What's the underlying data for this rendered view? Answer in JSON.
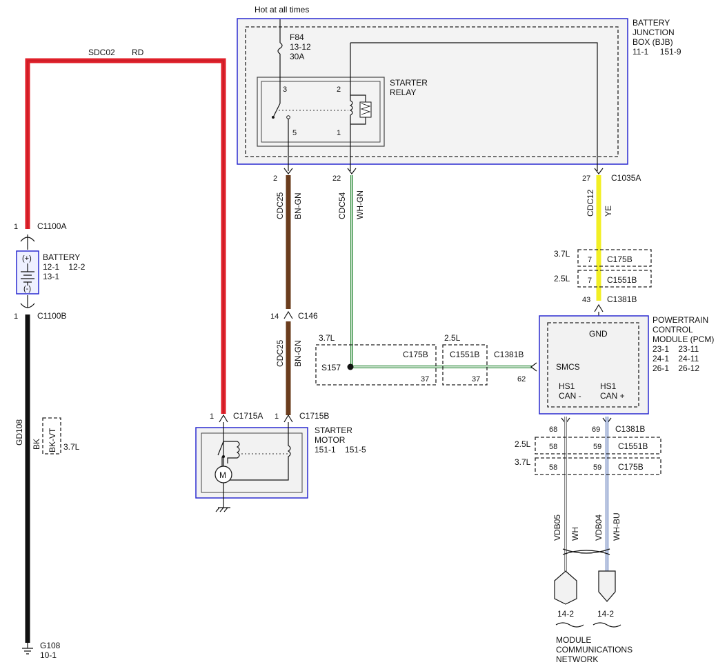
{
  "colors": {
    "red": "#e0202a",
    "black": "#111111",
    "brown": "#6b3d1e",
    "yellow": "#f2ef24",
    "white_green": "#2e8b3a",
    "white_blue": "#3b5ca8",
    "module_border": "#2a2ad0",
    "module_fill": "#f2f2f2"
  },
  "top": {
    "hot_label": "Hot at all times"
  },
  "bjb": {
    "name_lines": [
      "BATTERY",
      "JUNCTION",
      "BOX (BJB)"
    ],
    "refs": "11-1     151-9",
    "fuse": [
      "F84",
      "13-12",
      "30A"
    ],
    "relay_name": [
      "STARTER",
      "RELAY"
    ],
    "relay_pins": [
      "3",
      "2",
      "5",
      "1"
    ]
  },
  "battery": {
    "name": "BATTERY",
    "refs": [
      "12-1    12-2",
      "13-1"
    ],
    "plus": "(+)",
    "minus": "(-)",
    "conn_top": "C1100A",
    "conn_top_pin": "1",
    "conn_bottom": "C1100B",
    "conn_bottom_pin": "1",
    "circuit_top": "SDC02",
    "color_top": "RD",
    "circuit_bottom": "GD108",
    "color_bottom": "BK",
    "alt_color": "BK-VT",
    "alt_engine": "3.7L",
    "ground": "G108",
    "ground_ref": "10-1"
  },
  "wires": {
    "cdc25_a": {
      "pin": "2",
      "circuit": "CDC25",
      "color": "BN-GN"
    },
    "cdc54": {
      "pin": "22",
      "circuit": "CDC54",
      "color": "WH-GN"
    },
    "cdc12": {
      "pin": "27",
      "circuit": "CDC12",
      "color": "YE",
      "connector": "C1035A"
    },
    "c146": {
      "pin": "14",
      "connector": "C146"
    },
    "cdc25_b": {
      "circuit": "CDC25",
      "color": "BN-GN"
    },
    "vdb05": {
      "circuit": "VDB05",
      "color": "WH"
    },
    "vdb04": {
      "circuit": "VDB04",
      "color": "WH-BU"
    }
  },
  "inline_yellow": [
    {
      "engine": "3.7L",
      "pin": "7",
      "connector": "C175B"
    },
    {
      "engine": "2.5L",
      "pin": "7",
      "connector": "C1551B"
    }
  ],
  "pcm_pin_top": {
    "pin": "43",
    "connector": "C1381B"
  },
  "splice": {
    "name": "S157",
    "engine_a": "3.7L",
    "engine_b": "2.5L",
    "conn_a": "C175B",
    "conn_b": "C1551B",
    "conn_c": "C1381B",
    "pin_a": "37",
    "pin_b": "37",
    "pin_c": "62"
  },
  "pcm": {
    "name_lines": [
      "POWERTRAIN",
      "CONTROL",
      "MODULE (PCM)"
    ],
    "refs": [
      "23-1    23-11",
      "24-1    24-11",
      "26-1    26-12"
    ],
    "gnd": "GND",
    "smcs": "SMCS",
    "hs1a": [
      "HS1",
      "CAN -"
    ],
    "hs1b": [
      "HS1",
      "CAN +"
    ]
  },
  "can_conn": {
    "pin_a": "68",
    "pin_b": "69",
    "connector": "C1381B",
    "rows": [
      {
        "engine": "2.5L",
        "pin_a": "58",
        "pin_b": "59",
        "connector": "C1551B"
      },
      {
        "engine": "3.7L",
        "pin_a": "58",
        "pin_b": "59",
        "connector": "C175B"
      }
    ],
    "ref_a": "14-2",
    "ref_b": "14-2",
    "network": [
      "MODULE",
      "COMMUNICATIONS",
      "NETWORK"
    ]
  },
  "starter": {
    "name": [
      "STARTER",
      "MOTOR"
    ],
    "refs": "151-1    151-5",
    "conn_a_pin": "1",
    "conn_a": "C1715A",
    "conn_b_pin": "1",
    "conn_b": "C1715B",
    "motor_letter": "M"
  }
}
